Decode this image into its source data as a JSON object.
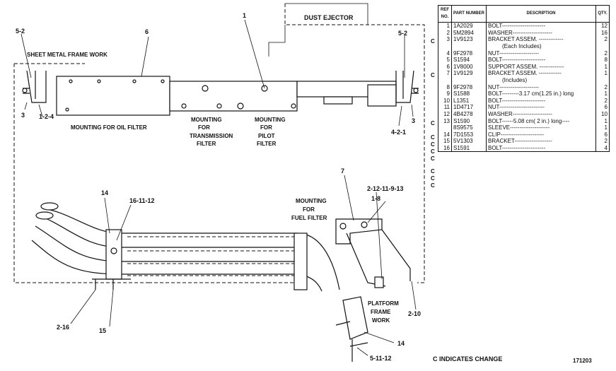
{
  "diagram": {
    "labels": {
      "dust_ejector": "DUST EJECTOR",
      "sheet_metal": "SHEET METAL FRAME WORK",
      "oil_filter": "MOUNTING FOR OIL FILTER",
      "trans_filter": [
        "MOUNTING",
        "FOR",
        "TRANSMISSION",
        "FILTER"
      ],
      "pilot_filter": [
        "MOUNTING",
        "FOR",
        "PILOT",
        "FILTER"
      ],
      "fuel_filter": [
        "MOUNTING",
        "FOR",
        "FUEL FILTER"
      ],
      "platform": [
        "PLATFORM",
        "FRAME",
        "WORK"
      ]
    },
    "callouts": {
      "c1": "1",
      "c6": "6",
      "c52l": "5-2",
      "c52r": "5-2",
      "c3l": "3",
      "c124": "1-2-4",
      "c3r": "3",
      "c421": "4-2-1",
      "c14a": "14",
      "c161112": "16-11-12",
      "c7": "7",
      "c2121193": "2-12-11-9-13",
      "c18": "1-8",
      "c216": "2-16",
      "c15": "15",
      "c210": "2-10",
      "c14b": "14",
      "c51112": "5-11-12"
    }
  },
  "table": {
    "headers": {
      "ref": "REF NO.",
      "part": "PART NUMBER",
      "desc": "DESCRIPTION",
      "qty": "QTY."
    },
    "rows": [
      {
        "ref": "1",
        "part": "1A2029",
        "desc": "BOLT-----------------------",
        "qty": "12"
      },
      {
        "ref": "2",
        "part": "5M2894",
        "desc": "WASHER---------------------",
        "qty": "16"
      },
      {
        "ref": "3",
        "part": "1V9123",
        "desc": "BRACKET ASSEM. -------------",
        "qty": "2"
      },
      {
        "ref": "",
        "part": "",
        "desc": "(Each Includes)",
        "qty": ""
      },
      {
        "ref": "4",
        "part": "9F2978",
        "desc": "NUT---------------------",
        "qty": "2"
      },
      {
        "ref": "5",
        "part": "S1594",
        "desc": "BOLT-----------------------",
        "qty": "8"
      },
      {
        "ref": "6",
        "part": "1V8000",
        "desc": "SUPPORT ASSEM. -------------",
        "qty": "1"
      },
      {
        "ref": "7",
        "part": "1V9129",
        "desc": "BRACKET ASSEM. ------------",
        "qty": "1"
      },
      {
        "ref": "",
        "part": "",
        "desc": "(Includes)",
        "qty": ""
      },
      {
        "ref": "8",
        "part": "9F2978",
        "desc": "NUT---------------------",
        "qty": "2"
      },
      {
        "ref": "9",
        "part": "S1588",
        "desc": "BOLT---------3.17 cm(1.25 in.) long",
        "qty": "1"
      },
      {
        "ref": "10",
        "part": "L1351",
        "desc": "BOLT-----------------------",
        "qty": "2"
      },
      {
        "ref": "11",
        "part": "1D4717",
        "desc": "NUT------------------------",
        "qty": "6"
      },
      {
        "ref": "12",
        "part": "4B4278",
        "desc": "WASHER---------------------",
        "qty": "10"
      },
      {
        "ref": "13",
        "part": "S1590",
        "desc": "BOLT------5.08 cm( 2 in.) long----",
        "qty": "1"
      },
      {
        "ref": "",
        "part": "8S9575",
        "desc": "SLEEVE---------------------",
        "qty": "1"
      },
      {
        "ref": "14",
        "part": "7D1553",
        "desc": "CLIP-----------------------",
        "qty": "6"
      },
      {
        "ref": "15",
        "part": "5V1303",
        "desc": "BRACKET--------------------",
        "qty": "2"
      },
      {
        "ref": "16",
        "part": "S1591",
        "desc": "BOLT-----------------------",
        "qty": "4"
      }
    ],
    "c_mark": "C"
  },
  "footer": {
    "note": "C INDICATES CHANGE",
    "figure_number": "171203"
  }
}
